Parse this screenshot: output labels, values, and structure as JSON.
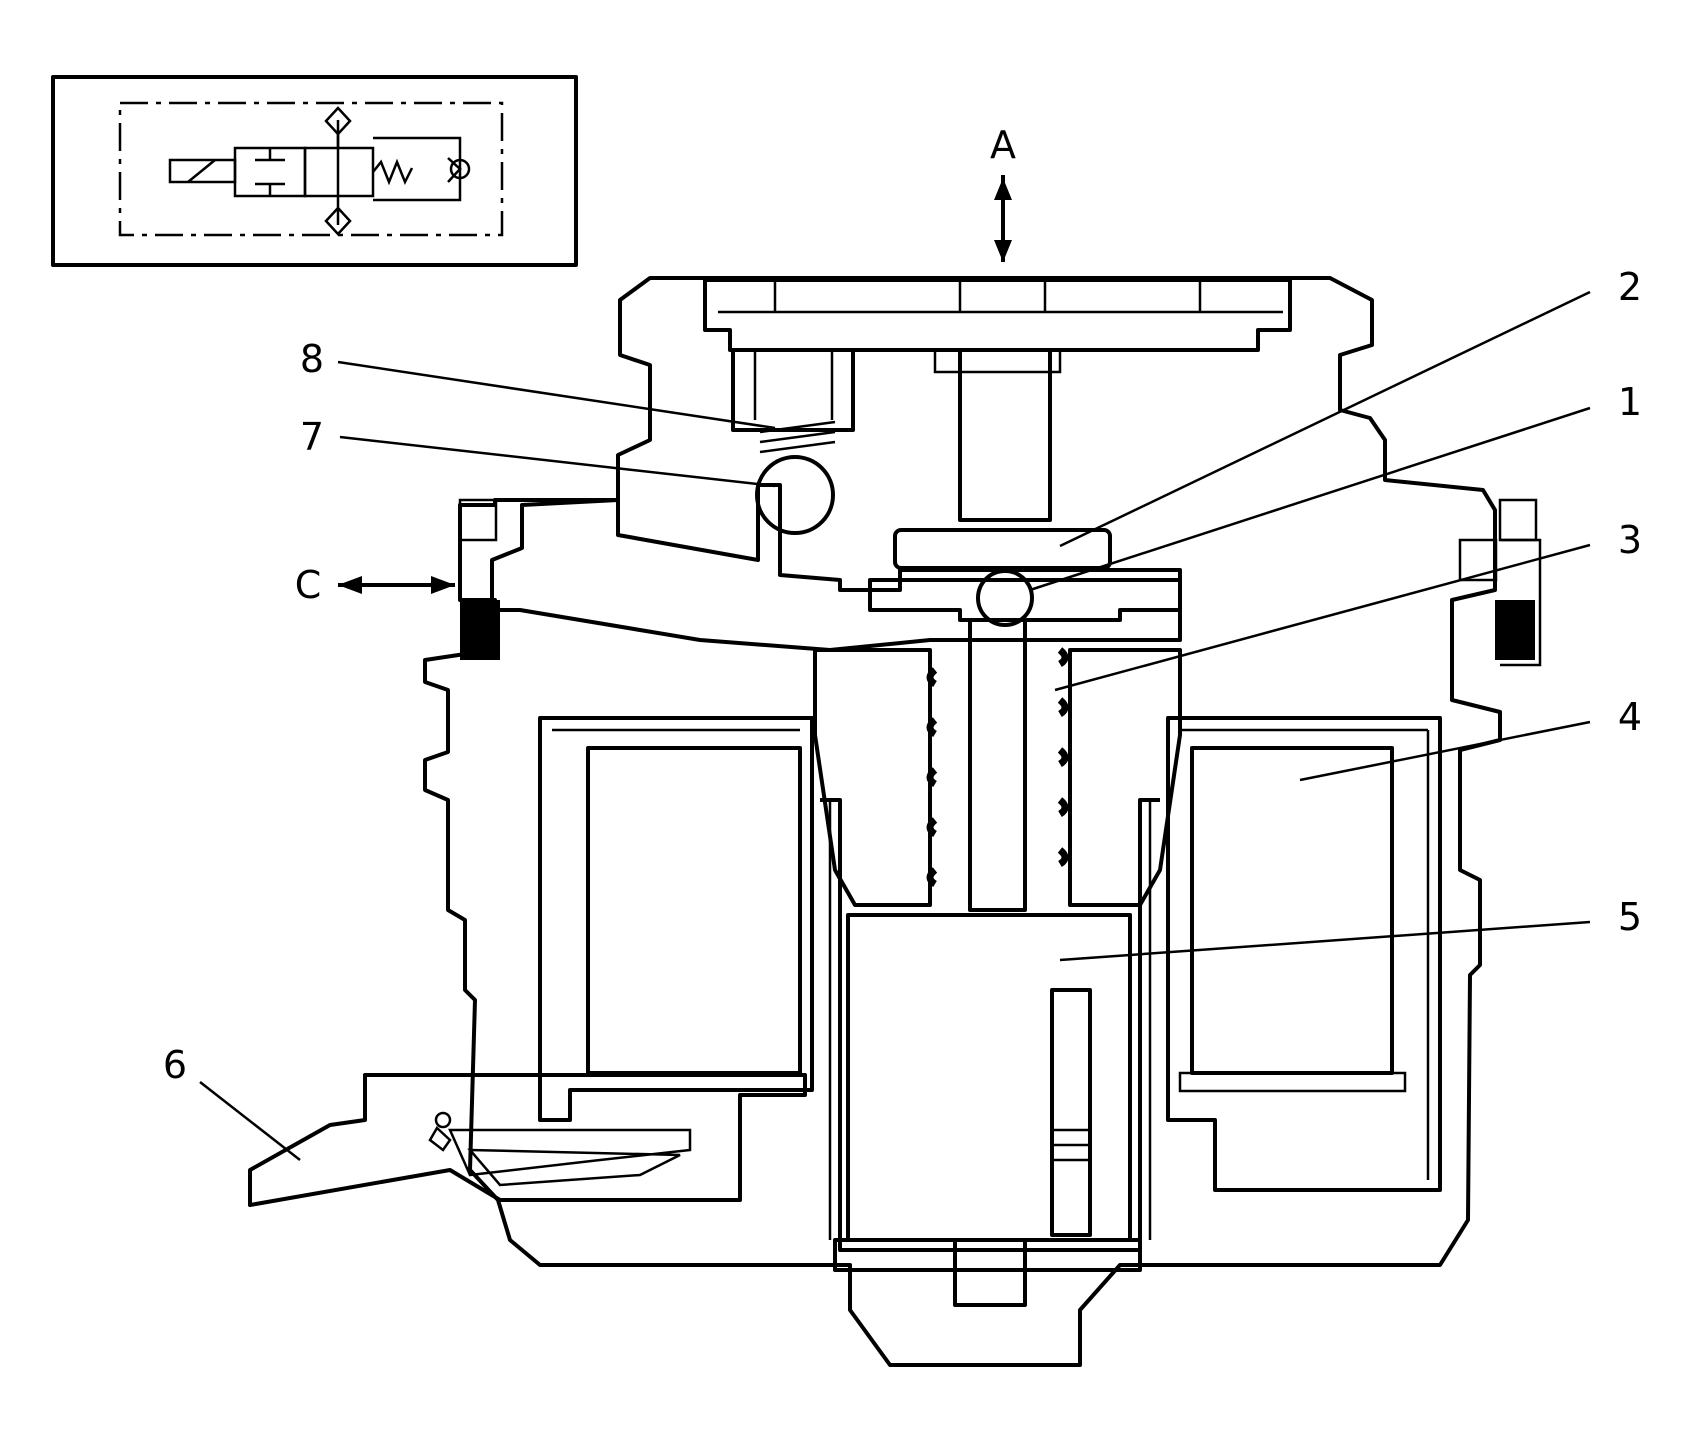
{
  "diagram": {
    "ports": {
      "top": "A",
      "side": "C"
    },
    "callouts": [
      "1",
      "2",
      "3",
      "4",
      "5",
      "6",
      "7",
      "8"
    ]
  },
  "colors": {
    "ink": "#000000",
    "paper": "#ffffff",
    "seal": "#000000"
  }
}
